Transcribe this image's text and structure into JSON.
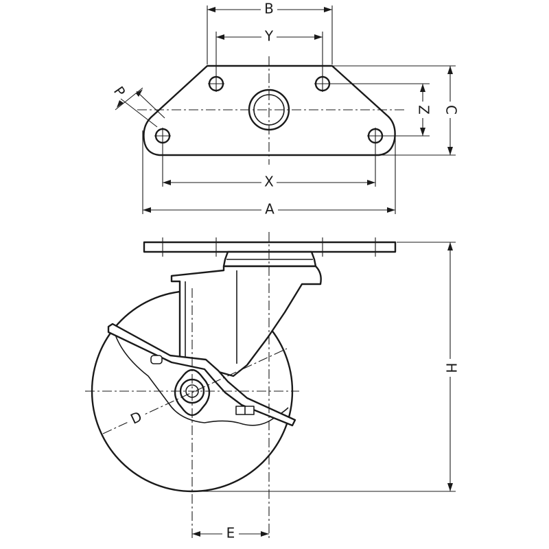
{
  "labels": {
    "A": "A",
    "B": "B",
    "C": "C",
    "D": "D",
    "E": "E",
    "H": "H",
    "P": "P",
    "X": "X",
    "Y": "Y",
    "Z": "Z"
  }
}
